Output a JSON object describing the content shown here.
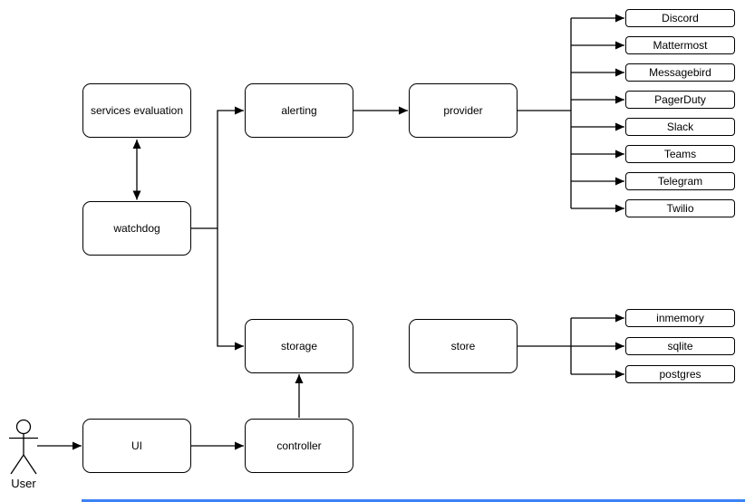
{
  "nodes": {
    "services_evaluation": "services evaluation",
    "watchdog": "watchdog",
    "alerting": "alerting",
    "provider": "provider",
    "storage": "storage",
    "store": "store",
    "ui": "UI",
    "controller": "controller"
  },
  "providers": [
    "Discord",
    "Mattermost",
    "Messagebird",
    "PagerDuty",
    "Slack",
    "Teams",
    "Telegram",
    "Twilio"
  ],
  "stores": [
    "inmemory",
    "sqlite",
    "postgres"
  ],
  "actor": {
    "label": "User"
  },
  "colors": {
    "line": "#000000",
    "node_fill": "#ffffff",
    "node_border": "#000000",
    "bottom_bar": "#3b82f6"
  }
}
